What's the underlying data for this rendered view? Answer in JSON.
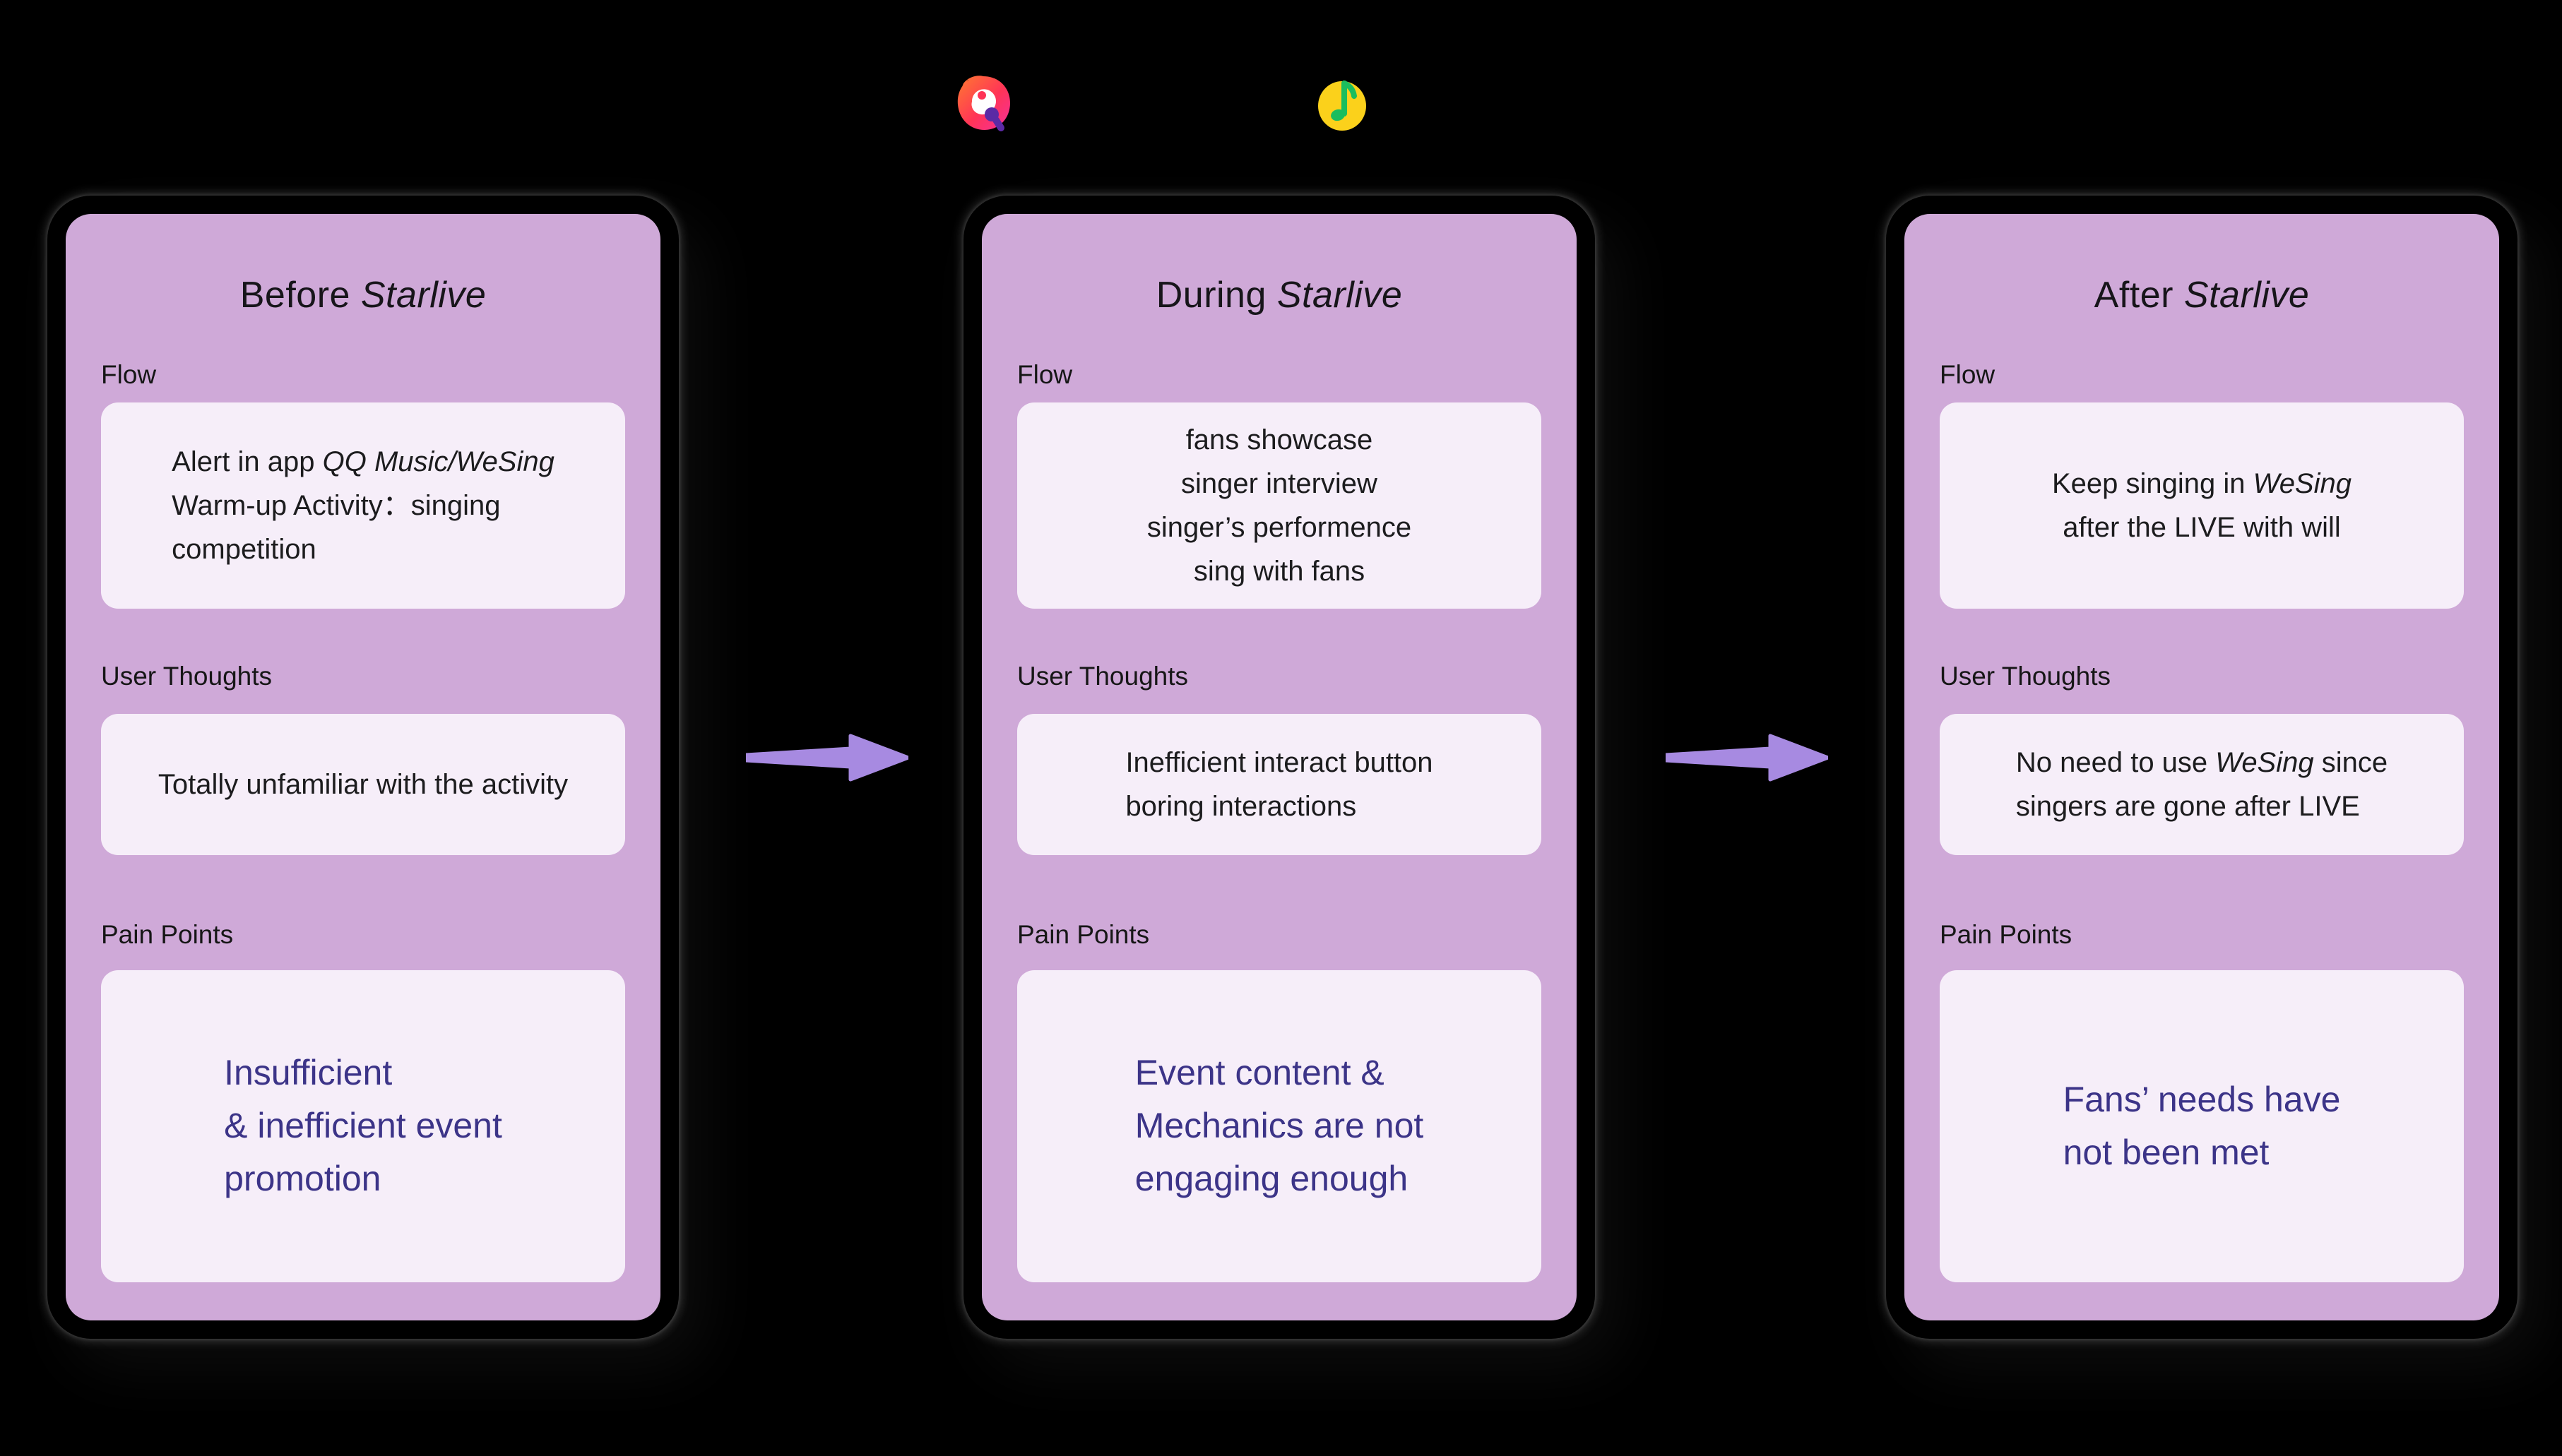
{
  "colors": {
    "background": "#000000",
    "card": "#cfa9d8",
    "bubble": "#f6eef9",
    "title_text": "#17151a",
    "label_text": "#161616",
    "body_text": "#1c1c1e",
    "pain_text": "#3c3488",
    "arrow": "#a78ae1",
    "wesing_orange": "#ff7a2f",
    "wesing_red": "#ff3457",
    "wesing_pink": "#f6309b",
    "wesing_mic": "#5b2aa5",
    "qqmusic_yellow": "#fbd11b",
    "qqmusic_green": "#1abd5e"
  },
  "header_icons": {
    "wesing": {
      "name": "wesing-app-icon"
    },
    "qqmusic": {
      "name": "qq-music-app-icon"
    }
  },
  "arrows": [
    {
      "name": "arrow-before-to-during"
    },
    {
      "name": "arrow-during-to-after"
    }
  ],
  "phases": [
    {
      "title": [
        {
          "t": "Before ",
          "i": false
        },
        {
          "t": "Starlive",
          "i": true
        }
      ],
      "flow_label": "Flow",
      "flow": {
        "align": "left",
        "lines": [
          [
            {
              "t": "Alert in app ",
              "i": false
            },
            {
              "t": "QQ Music/WeSing",
              "i": true
            }
          ],
          [
            {
              "t": "Warm-up Activity：singing",
              "i": false
            }
          ],
          [
            {
              "t": "competition",
              "i": false
            }
          ]
        ]
      },
      "thoughts_label": "User Thoughts",
      "thoughts": {
        "align": "left",
        "lines": [
          [
            {
              "t": "Totally unfamiliar with the activity",
              "i": false
            }
          ]
        ]
      },
      "pain_label": "Pain Points",
      "pain": {
        "align": "left",
        "lines": [
          [
            {
              "t": "Insufficient",
              "i": false
            }
          ],
          [
            {
              "t": "& inefficient event",
              "i": false
            }
          ],
          [
            {
              "t": "promotion",
              "i": false
            }
          ]
        ]
      }
    },
    {
      "title": [
        {
          "t": "During ",
          "i": false
        },
        {
          "t": "Starlive",
          "i": true
        }
      ],
      "flow_label": "Flow",
      "flow": {
        "align": "center",
        "lines": [
          [
            {
              "t": "fans showcase",
              "i": false
            }
          ],
          [
            {
              "t": "singer interview",
              "i": false
            }
          ],
          [
            {
              "t": "singer’s performence",
              "i": false
            }
          ],
          [
            {
              "t": "sing with fans",
              "i": false
            }
          ]
        ]
      },
      "thoughts_label": "User Thoughts",
      "thoughts": {
        "align": "left",
        "lines": [
          [
            {
              "t": "Inefficient interact button",
              "i": false
            }
          ],
          [
            {
              "t": "boring interactions",
              "i": false
            }
          ]
        ]
      },
      "pain_label": "Pain Points",
      "pain": {
        "align": "left",
        "lines": [
          [
            {
              "t": "Event content &",
              "i": false
            }
          ],
          [
            {
              "t": "Mechanics are not",
              "i": false
            }
          ],
          [
            {
              "t": "engaging enough",
              "i": false
            }
          ]
        ]
      }
    },
    {
      "title": [
        {
          "t": "After ",
          "i": false
        },
        {
          "t": "Starlive",
          "i": true
        }
      ],
      "flow_label": "Flow",
      "flow": {
        "align": "center",
        "lines": [
          [
            {
              "t": "Keep singing in ",
              "i": false
            },
            {
              "t": "WeSing",
              "i": true
            }
          ],
          [
            {
              "t": "after the LIVE with will",
              "i": false
            }
          ]
        ]
      },
      "thoughts_label": "User Thoughts",
      "thoughts": {
        "align": "left",
        "lines": [
          [
            {
              "t": "No need to use ",
              "i": false
            },
            {
              "t": "WeSing",
              "i": true
            },
            {
              "t": " since",
              "i": false
            }
          ],
          [
            {
              "t": "singers are gone after LIVE",
              "i": false
            }
          ]
        ]
      },
      "pain_label": "Pain Points",
      "pain": {
        "align": "left",
        "lines": [
          [
            {
              "t": "Fans’ needs have",
              "i": false
            }
          ],
          [
            {
              "t": "not been met",
              "i": false
            }
          ]
        ]
      }
    }
  ]
}
